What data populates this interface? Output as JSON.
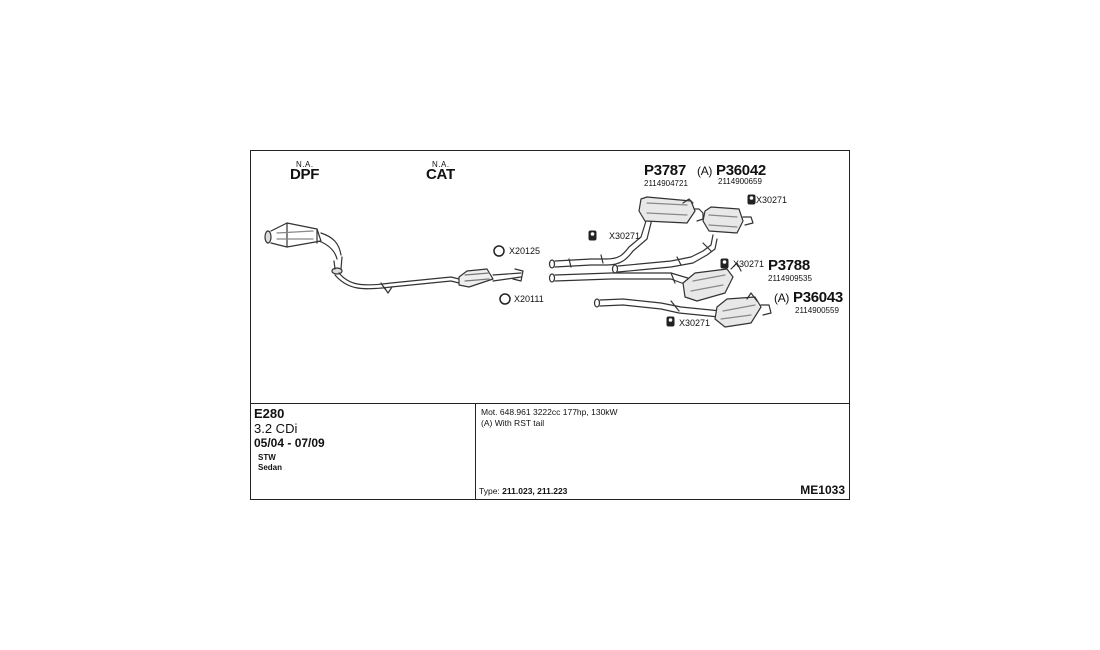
{
  "labels": {
    "dpf": {
      "status": "N.A.",
      "name": "DPF"
    },
    "cat": {
      "status": "N.A.",
      "name": "CAT"
    }
  },
  "parts": {
    "p3787": {
      "code": "P3787",
      "oe": "2114904721"
    },
    "p36042": {
      "prefix": "(A)",
      "code": "P36042",
      "oe": "2114900659"
    },
    "p3788": {
      "code": "P3788",
      "oe": "2114909535"
    },
    "p36043": {
      "prefix": "(A)",
      "code": "P36043",
      "oe": "2114900559"
    }
  },
  "hardware": {
    "x30271_a": "X30271",
    "x30271_b": "X30271",
    "x30271_c": "X30271",
    "x30271_d": "X30271",
    "x20125": "X20125",
    "x20111": "X20111"
  },
  "vehicle": {
    "model": "E280",
    "engine": "3.2 CDi",
    "years": "05/04 - 07/09",
    "body1": "STW",
    "body2": "Sedan"
  },
  "details": {
    "motor": "Mot. 648.961 3222cc 177hp, 130kW",
    "note": "(A) With RST tail",
    "type_label": "Type:",
    "type_value": "211.023, 211.223",
    "ref": "ME1033"
  }
}
